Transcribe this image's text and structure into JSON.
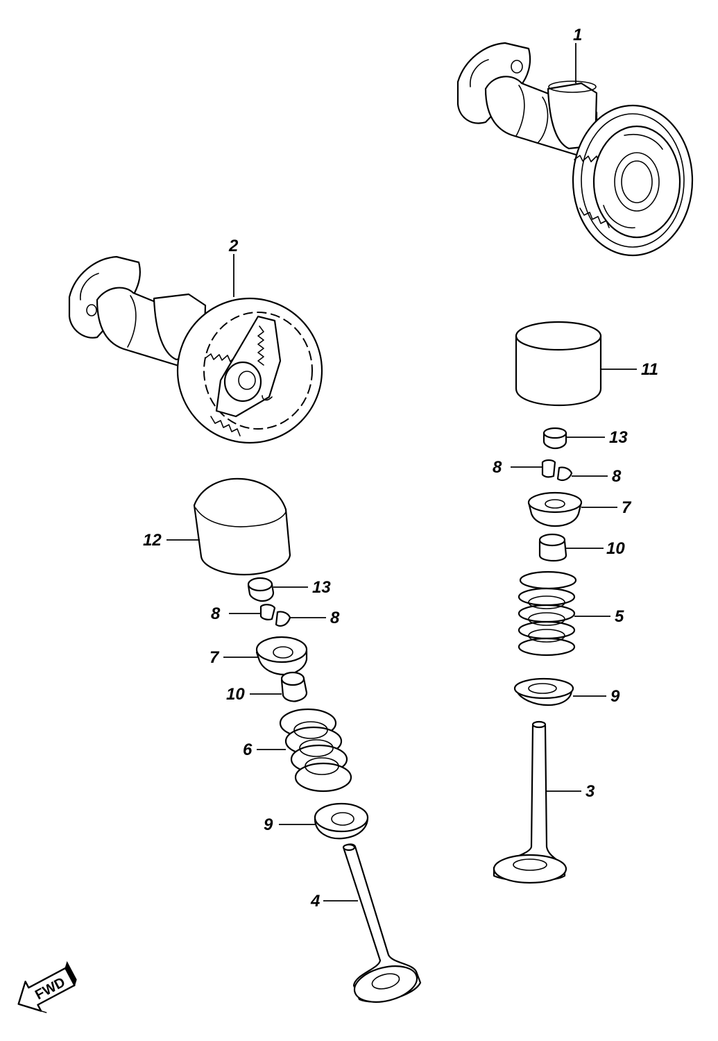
{
  "callouts": [
    {
      "id": "cam-1",
      "text": "1"
    },
    {
      "id": "cam-2",
      "text": "2"
    },
    {
      "id": "valve-3",
      "text": "3"
    },
    {
      "id": "valve-4",
      "text": "4"
    },
    {
      "id": "spring-5",
      "text": "5"
    },
    {
      "id": "spring-6",
      "text": "6"
    },
    {
      "id": "retainer-7-right",
      "text": "7"
    },
    {
      "id": "retainer-7-left",
      "text": "7"
    },
    {
      "id": "cotter-8-right-a",
      "text": "8"
    },
    {
      "id": "cotter-8-right-b",
      "text": "8"
    },
    {
      "id": "cotter-8-left-a",
      "text": "8"
    },
    {
      "id": "cotter-8-left-b",
      "text": "8"
    },
    {
      "id": "seat-9-right",
      "text": "9"
    },
    {
      "id": "seat-9-left",
      "text": "9"
    },
    {
      "id": "seal-10-right",
      "text": "10"
    },
    {
      "id": "seal-10-left",
      "text": "10"
    },
    {
      "id": "tappet-11",
      "text": "11"
    },
    {
      "id": "tappet-12",
      "text": "12"
    },
    {
      "id": "shim-13-right",
      "text": "13"
    },
    {
      "id": "shim-13-left",
      "text": "13"
    }
  ],
  "direction_marker": {
    "text": "FWD",
    "icon": "fwd-arrow-icon"
  }
}
